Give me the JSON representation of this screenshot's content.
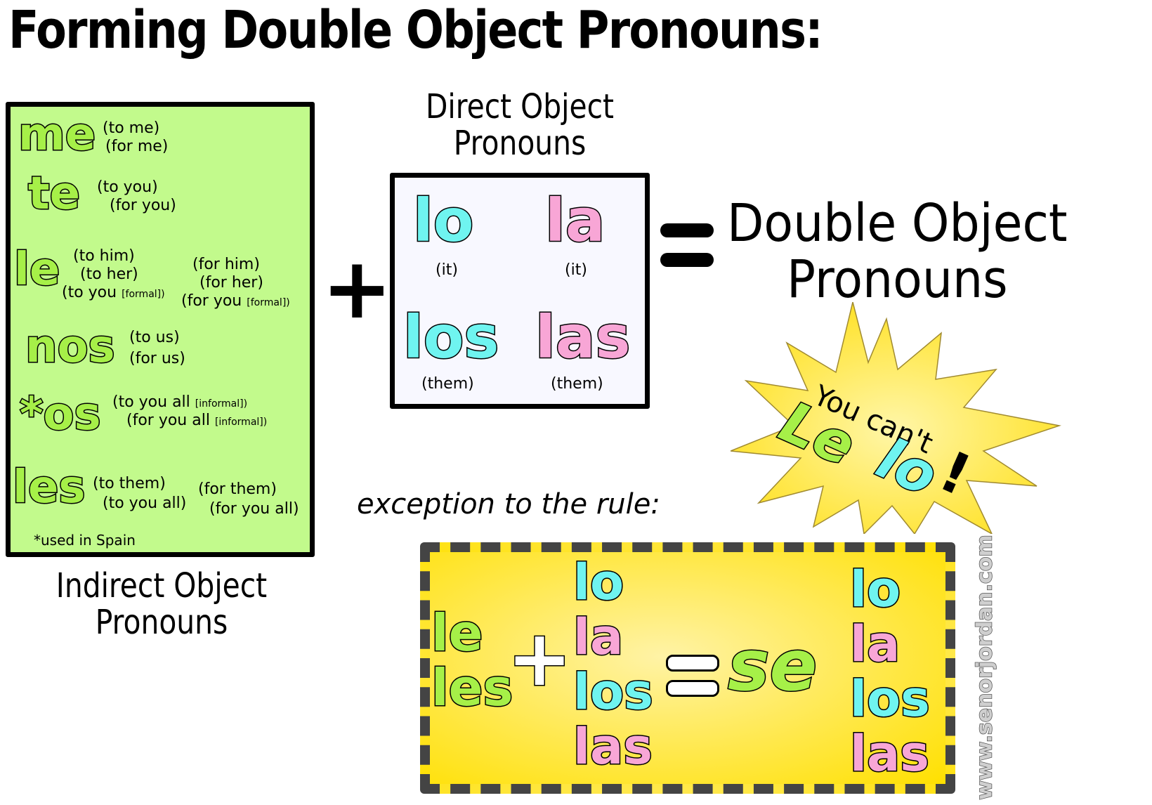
{
  "title": "Forming Double Object Pronouns:",
  "indirect_object": {
    "caption_line1": "Indirect Object",
    "caption_line2": "Pronouns",
    "footnote": "*used in Spain",
    "items": [
      {
        "pronoun": "me",
        "to": [
          "(to me)"
        ],
        "for": [
          "(for me)"
        ]
      },
      {
        "pronoun": "te",
        "to": [
          "(to you)"
        ],
        "for": [
          "(for you)"
        ]
      },
      {
        "pronoun": "le",
        "to": [
          "(to him)",
          "(to her)",
          "(to you",
          "[formal])"
        ],
        "for": [
          "(for him)",
          "(for her)",
          "(for you",
          "[formal])"
        ]
      },
      {
        "pronoun": "nos",
        "to": [
          "(to us)"
        ],
        "for": [
          "(for us)"
        ]
      },
      {
        "pronoun": "*os",
        "to": [
          "(to you all",
          "[informal])"
        ],
        "for": [
          "(for you all",
          "[informal])"
        ]
      },
      {
        "pronoun": "les",
        "to": [
          "(to them)",
          "(to you all)"
        ],
        "for": [
          "(for them)",
          "(for you all)"
        ]
      }
    ]
  },
  "operators": {
    "plus": "+",
    "equals": "="
  },
  "direct_object": {
    "caption_line1": "Direct Object",
    "caption_line2": "Pronouns",
    "items": [
      {
        "pronoun": "lo",
        "meaning": "(it)",
        "color": "#6ff4f0"
      },
      {
        "pronoun": "la",
        "meaning": "(it)",
        "color": "#f8a6d6"
      },
      {
        "pronoun": "los",
        "meaning": "(them)",
        "color": "#6ff4f0"
      },
      {
        "pronoun": "las",
        "meaning": "(them)",
        "color": "#f8a6d6"
      }
    ]
  },
  "result": {
    "line1": "Double Object",
    "line2": "Pronouns"
  },
  "burst": {
    "line1": "You can't",
    "le": "Le",
    "lo": "lo",
    "bang": "!",
    "fill": "#ffe84a"
  },
  "exception": {
    "label": "exception to the rule:",
    "indirect": [
      "le",
      "les"
    ],
    "plus": "+",
    "direct": [
      "lo",
      "la",
      "los",
      "las"
    ],
    "equals": "=",
    "se": "se",
    "result": [
      "lo",
      "la",
      "los",
      "las"
    ]
  },
  "watermark": "www.senorjordan.com",
  "colors": {
    "green_box": "#c2fa8c",
    "green_text": "#a6f048",
    "cyan_text": "#6ff4f0",
    "pink_text": "#f8a6d6",
    "yellow_box": "#ffe400",
    "dash_border": "#444444"
  }
}
